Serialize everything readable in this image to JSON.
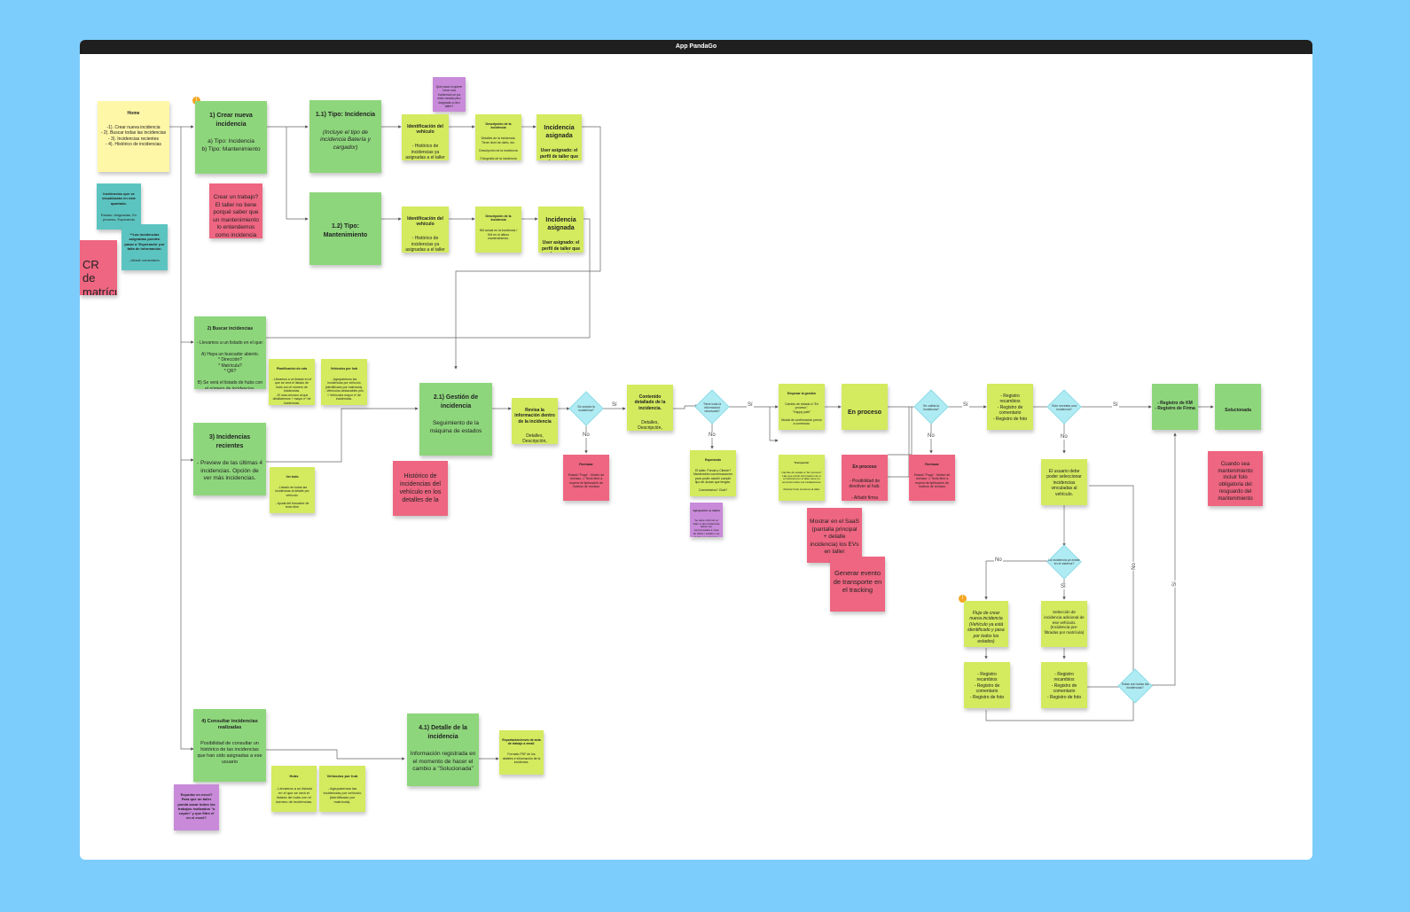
{
  "app_title": "App PandaGo",
  "notes": {
    "home": {
      "title": "Home",
      "body": "-1).   Crear nueva incidencia\n- 2). Buscar todas las incidencias\n- 3).   Incidencias recientes\n- 4). Histórico de incidencias"
    },
    "inc_visual": {
      "title": "Incidencias que se visualizarán en este apartado.",
      "body": "Estado: Asignadas, En proceso, Esperando"
    },
    "inc_asignadas": {
      "title": "**Las incidencias asignadas pueden pasar a 'Esperando' por falta de información.",
      "body": "- Añadir comentario."
    },
    "ocr": {
      "body": "CR de\nmatrícula.\nxplorar"
    },
    "crear": {
      "title": "1) Crear nueva incidencia",
      "body": "a) Tipo: Incidencia\nb) Tipo: Mantenimiento"
    },
    "crear_trabajo": {
      "body": "Crear un trabajo? El taller no tiene porqué saber que un mantenimiento lo entendemos como incidencia"
    },
    "tipo_incidencia": {
      "title": "1.1) Tipo: Incidencia",
      "body": "(Incluye el tipo de incidencia Batería y cargador)"
    },
    "tipo_mant": {
      "title": "1.2) Tipo: Mantenimiento",
      "body": ""
    },
    "q_purple": {
      "body": "Qué pasa si quiere crear una incidencia un pa está creada pero asignada a otro taller?"
    },
    "ident1": {
      "title": "Identificación del vehículo",
      "body": "- Histórico de incidencias ya asignadas a el taller"
    },
    "desc1": {
      "title": "Descripción de la incidencia",
      "body": "Detalles de la incidencia: Tiene nivel de daño, etc.\n\nDescripción de la incidencia\n\nFotografía de la incidencia"
    },
    "asig1": {
      "title": "Incidencia asignada",
      "body": "User asignado: el perfil de taller que lo reporta"
    },
    "ident2": {
      "title": "Identificación del vehículo",
      "body": "- Histórico de incidencias ya asignadas a el taller"
    },
    "desc2": {
      "title": "Descripción de la incidencia",
      "body": "KM actual en la incidencia / KM en el último mantenimiento."
    },
    "asig2": {
      "title": "Incidencia asignada",
      "body": "User asignado: el perfil de taller que lo reporta"
    },
    "buscar": {
      "title": "2) Buscar incidencias",
      "body": "- Llevamos a un listado en el que:\n\nA) Haya un buscador abierto.\n* Dirección?\n* Matrícula?\n* QR?\n\nB) Se verá el listado de hubs con el número de incidencias."
    },
    "planif": {
      "title": "Planificación de ruta",
      "body": "- Llevamos a un listado en el que se verá el listado de hubs con el número de incidencias.\n- El mas cercano al que detallaremos + mayor nº de incidencias."
    },
    "vehic_hub1": {
      "title": "Vehículos por hub",
      "body": "- Agruparemos las incidencias por vehículo (identificado por matrícula).\n- Vehículos destacables pris + Vehículos mayor nº de incidencias."
    },
    "gestion": {
      "title": "2.1) Gestión de incidencia",
      "body": "Seguimiento de la máquina de estados"
    },
    "historico_pink": {
      "body": "Histórico de incidencias del vehículo en los detalles de la"
    },
    "recientes": {
      "title": "3) Incidencias recientes",
      "body": "- Preview de las últimas 4 incidencias. Opción de ver más incidencias."
    },
    "ver_todo": {
      "title": "Ver todo",
      "body": "- Listado de todas las incidencias al detalle por vehículo.\n\n- Ayuda del buscador de texto libre"
    },
    "revisa": {
      "title": "Revisa la información dentro de la incidencia",
      "body": "Detalles, Descripción, Modelo..."
    },
    "rechazar1": {
      "title": "Rechazar",
      "body": "Estado \"Fuga\" : Motivo de rechazo -> Texto libre a espera de tipificación de motivos de rechazo"
    },
    "contenido": {
      "title": "Contenido detallado de la incidencia.",
      "body": "Detalles, Descripción, Modelo..."
    },
    "esperando": {
      "title": "Esperando",
      "body": "El taller, Panda y Cliente? Mantendrán conversaciones para poder asistir/ cumplir tipo de dudas que tengan.\n\nComentarios? Chat?"
    },
    "purple_small": {
      "title": "Agrupación se indica",
      "body": "Se debe informar al taller si las incidencias deben ser reprocesadas a nivel de datos / estado o se usarán en el proceso."
    },
    "empezar": {
      "title": "Empezar la gestión",
      "body": "Cambio de estado a \"En proceso\".\n\"Happy path\"\n\nModal de confirmación previo a comenzar."
    },
    "transportar": {
      "title": "Transportar",
      "body": "Cambio de estado a \"En proceso\" Hay que incluir información de si el vehículo por el taller tiene un recorrido hasta sus instalaciones.\n\nMostrar hubs cercanos al taller"
    },
    "en_proceso_card": {
      "title": "En proceso",
      "body": ""
    },
    "en_proceso2": {
      "title": "En proceso",
      "body": "- Posibilidad de devolver al hub.\n\n- Añadir firma también de taller"
    },
    "mostrar_saas": {
      "body": "Mostrar en el SaaS (pantalla principal + detalle incidencia) los EVs en taller"
    },
    "generar_evento": {
      "body": "Generar evento de transporte en el tracking"
    },
    "rechazar2": {
      "title": "Rechazar",
      "body": "Estado \"Fuga\" : Motivo de rechazo -> Texto libre a espera de tipificación de motivos de rechazo"
    },
    "registro1": {
      "body": "- Registro recambios\n- Registro de comentario\n- Registro de foto"
    },
    "usuario_debe": {
      "body": "El usuario debe poder seleccionar incidencias vinculadas al vehículo."
    },
    "flujo": {
      "body": "Flujo de crear nueva incidencia (Vehículo ya está identificado y pasa por todos los estados)"
    },
    "seleccion": {
      "body": "Selección de incidencia adicional de ese vehículo. (Incidencia pre-filtradas por matrícula)"
    },
    "registro2": {
      "body": "- Registro recambios\n- Registro de comentario\n- Registro de foto"
    },
    "registro3": {
      "body": "- Registro recambios\n- Registro de comentario\n- Registro de foto"
    },
    "registro_km": {
      "body": "- Registro de KM\n- Registro de Firma"
    },
    "solucionada": {
      "body": "Solucionada"
    },
    "mant_foto": {
      "body": "Cuando sea mantenimiento incluir foto obligatoria del resguardo del mantenimiento"
    },
    "consultar": {
      "title": "4) Consultar incidencias realizadas",
      "body": "Posibilidad de consultar un histórico de las incidencias que han sido asignadas a ese usuario"
    },
    "hubs": {
      "title": "Hubs",
      "body": "- Llevamos a un listado en el que se verá el listado de hubs con el número de incidencias."
    },
    "vehic_hub2": {
      "title": "Vehículos por hub",
      "body": "- Agruparemos las incidencias por vehículo (identificado por matrícula)."
    },
    "exportar_purple": {
      "body": "Exportar en excel? Para que un taller pueda sacar todos los trabajos realizados \"a copón\" y que filtre el en el excel?"
    },
    "detalle": {
      "title": "4.1) Detalle de la incidencia",
      "body": "Información registrada en el momento de hacer el cambio a \"Solucionada\""
    },
    "exportacion": {
      "title": "Exportación/envío de acta de trabajo a email.",
      "body": "Formato PDF de los detalles e información de la incidencia."
    }
  },
  "decisions": {
    "d1": "Se acepta la incidencia?",
    "d2": "Tiene toda la información necesaria?",
    "d3": "Se valida la incidencia?",
    "d4": "Solo necesita una incidencia?",
    "d5": "La incidencia ya existe en el sistema?",
    "d6": "Todas son todas las incidencias?"
  },
  "labels": {
    "si": "Sí",
    "no": "No"
  },
  "colors": {
    "background": "#7ccdfc",
    "yellow": "#fff7a8",
    "green": "#8ed67c",
    "lime": "#d4ea5f",
    "pink": "#ee6681",
    "teal": "#5cc4c0",
    "purple": "#c88ad9",
    "diamond": "#aeebf3"
  }
}
